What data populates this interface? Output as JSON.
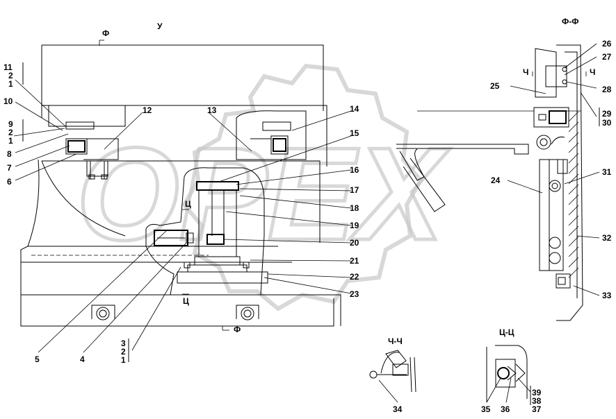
{
  "views": {
    "main": "У",
    "section_ff": "Ф-Ф",
    "section_chch": "Ч-Ч",
    "section_tsts": "Ц-Ц"
  },
  "cut_marks": {
    "f_top": "Ф",
    "f_bottom": "Ф",
    "ch_left": "Ч",
    "ch_right": "Ч",
    "ts_top": "Ц",
    "ts_bottom": "Ц"
  },
  "watermark": "OPEX",
  "callouts": {
    "c1": "1",
    "c2": "2",
    "c3": "3",
    "c4": "4",
    "c5": "5",
    "c6": "6",
    "c7": "7",
    "c8": "8",
    "c9": "9",
    "c10": "10",
    "c11": "11",
    "c12": "12",
    "c13": "13",
    "c14": "14",
    "c15": "15",
    "c16": "16",
    "c17": "17",
    "c18": "18",
    "c19": "19",
    "c20": "20",
    "c21": "21",
    "c22": "22",
    "c23": "23",
    "c24": "24",
    "c25": "25",
    "c26": "26",
    "c27": "27",
    "c28": "28",
    "c29": "29",
    "c30": "30",
    "c31": "31",
    "c32": "32",
    "c33": "33",
    "c34": "34",
    "c35": "35",
    "c36": "36",
    "c37": "37",
    "c38": "38",
    "c39": "39"
  }
}
